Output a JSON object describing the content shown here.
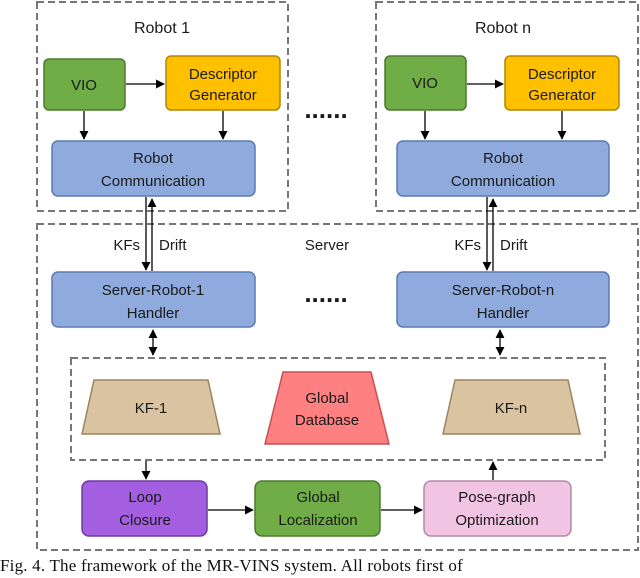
{
  "robot_left": {
    "title": "Robot 1",
    "vio": "VIO",
    "descriptor_line1": "Descriptor",
    "descriptor_line2": "Generator",
    "comm_line1": "Robot",
    "comm_line2": "Communication"
  },
  "robot_right": {
    "title": "Robot n",
    "vio": "VIO",
    "descriptor_line1": "Descriptor",
    "descriptor_line2": "Generator",
    "comm_line1": "Robot",
    "comm_line2": "Communication"
  },
  "ellipsis_top": "......",
  "ellipsis_mid": "......",
  "server": {
    "title": "Server",
    "kfs_left": "KFs",
    "drift_left": "Drift",
    "kfs_right": "KFs",
    "drift_right": "Drift",
    "handler_left_line1": "Server-Robot-1",
    "handler_left_line2": "Handler",
    "handler_right_line1": "Server-Robot-n",
    "handler_right_line2": "Handler",
    "kf_left": "KF-1",
    "db_line1": "Global",
    "db_line2": "Database",
    "kf_right": "KF-n",
    "loop_line1": "Loop",
    "loop_line2": "Closure",
    "gloc_line1": "Global",
    "gloc_line2": "Localization",
    "pgo_line1": "Pose-graph",
    "pgo_line2": "Optimization"
  },
  "caption": "Fig. 4.   The framework of the MR-VINS system. All robots first of",
  "colors": {
    "vio": "#70ad47",
    "descriptor": "#ffc000",
    "comm": "#8faadc",
    "kf": "#d9c3a1",
    "database": "#ff8080",
    "loop": "#a35fe0",
    "localization": "#70ad47",
    "optimization": "#f2c4e4"
  }
}
